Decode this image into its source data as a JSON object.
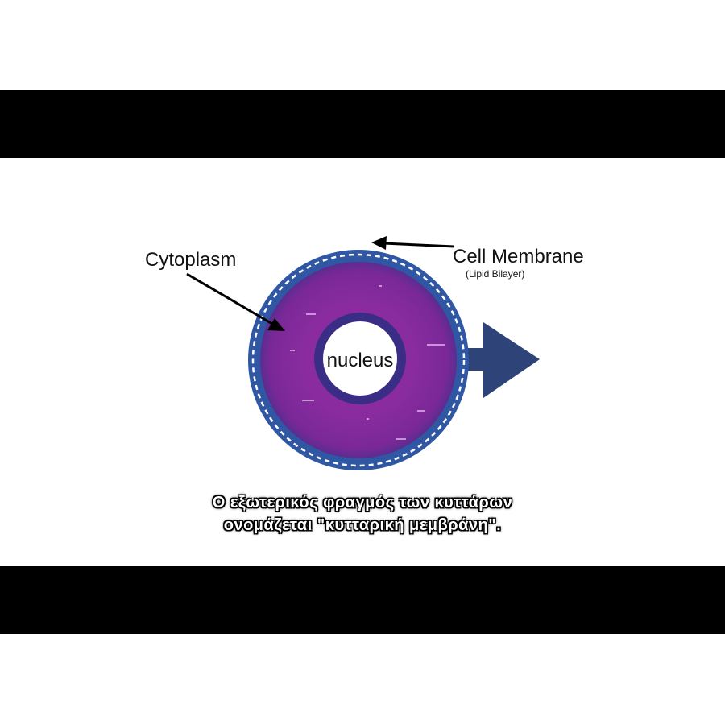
{
  "video": {
    "letterbox_color": "#000000",
    "background_color": "#ffffff"
  },
  "diagram": {
    "labels": {
      "cytoplasm": "Cytoplasm",
      "cell_membrane": "Cell Membrane",
      "cell_membrane_note": "(Lipid Bilayer)",
      "nucleus": "nucleus"
    },
    "colors": {
      "membrane": "#2f57a3",
      "membrane_dash": "#ffffff",
      "cytoplasm": "#7b2a9a",
      "cytoplasm_edge": "#3b2f8f",
      "nucleus_fill": "#ffffff",
      "nucleus_ring": "#3a2d86",
      "protein_channel": "#2e4478",
      "arrow": "#000000"
    }
  },
  "subtitles": {
    "line1": "Ο εξωτερικός φραγμός των κυττάρων",
    "line2": "ονομάζεται \"κυτταρική μεμβράνη\"."
  }
}
